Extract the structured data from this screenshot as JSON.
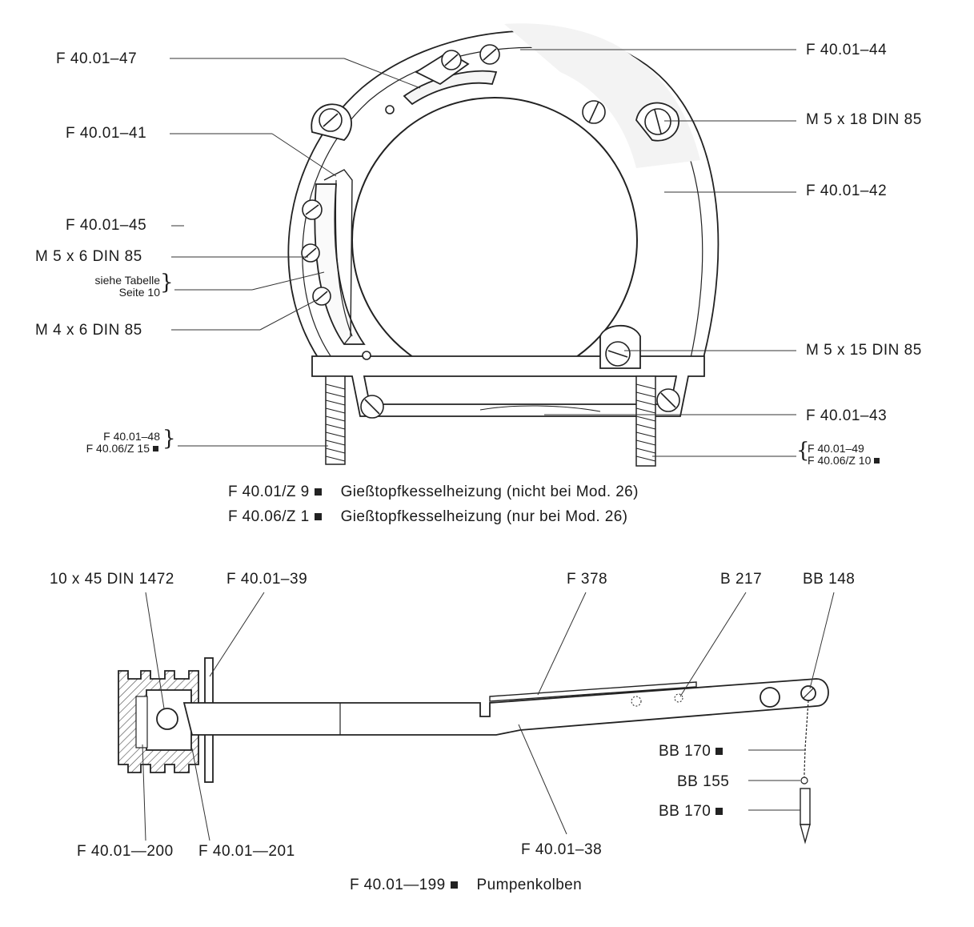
{
  "heater": {
    "labels_left": {
      "f_47": "F   40.01–47",
      "f_41": "F  40.01–41",
      "f_45": "F  40.01–45",
      "m_5x6": "M  5 x 6  DIN 85",
      "siehe_line1": "siehe Tabelle",
      "siehe_line2": "Seite 10",
      "m_4x6": "M  4 x 6  DIN 85",
      "f_48": "F 40.01–48",
      "f_z15": "F  40.06/Z 15"
    },
    "labels_right": {
      "f_44": "F  40.01–44",
      "m_5x18": "M  5 x 18  DIN 85",
      "f_42": "F  40.01–42",
      "m_5x15": "M  5 x 15  DIN 85",
      "f_43": "F  40.01–43",
      "f_49": "F  40.01–49",
      "f_z10": "F  40.06/Z 10"
    },
    "caption": {
      "line1_code": "F  40.01/Z 9",
      "line1_text": "Gießtopfkesselheizung (nicht bei Mod. 26)",
      "line2_code": "F  40.06/Z 1",
      "line2_text": "Gießtopfkesselheizung (nur bei Mod. 26)"
    }
  },
  "pump": {
    "labels_top": {
      "din1472": "10 x 45  DIN 1472",
      "f_39": "F  40.01–39",
      "f_378": "F  378",
      "b_217": "B  217",
      "bb_148": "BB  148"
    },
    "labels_right": {
      "bb_170_a": "BB  170",
      "bb_155": "BB  155",
      "bb_170_b": "BB  170"
    },
    "labels_bottom": {
      "f_200": "F  40.01—200",
      "f_201": "F  40.01—201",
      "f_38": "F  40.01–38"
    },
    "caption": {
      "code": "F  40.01—199",
      "text": "Pumpenkolben"
    }
  }
}
